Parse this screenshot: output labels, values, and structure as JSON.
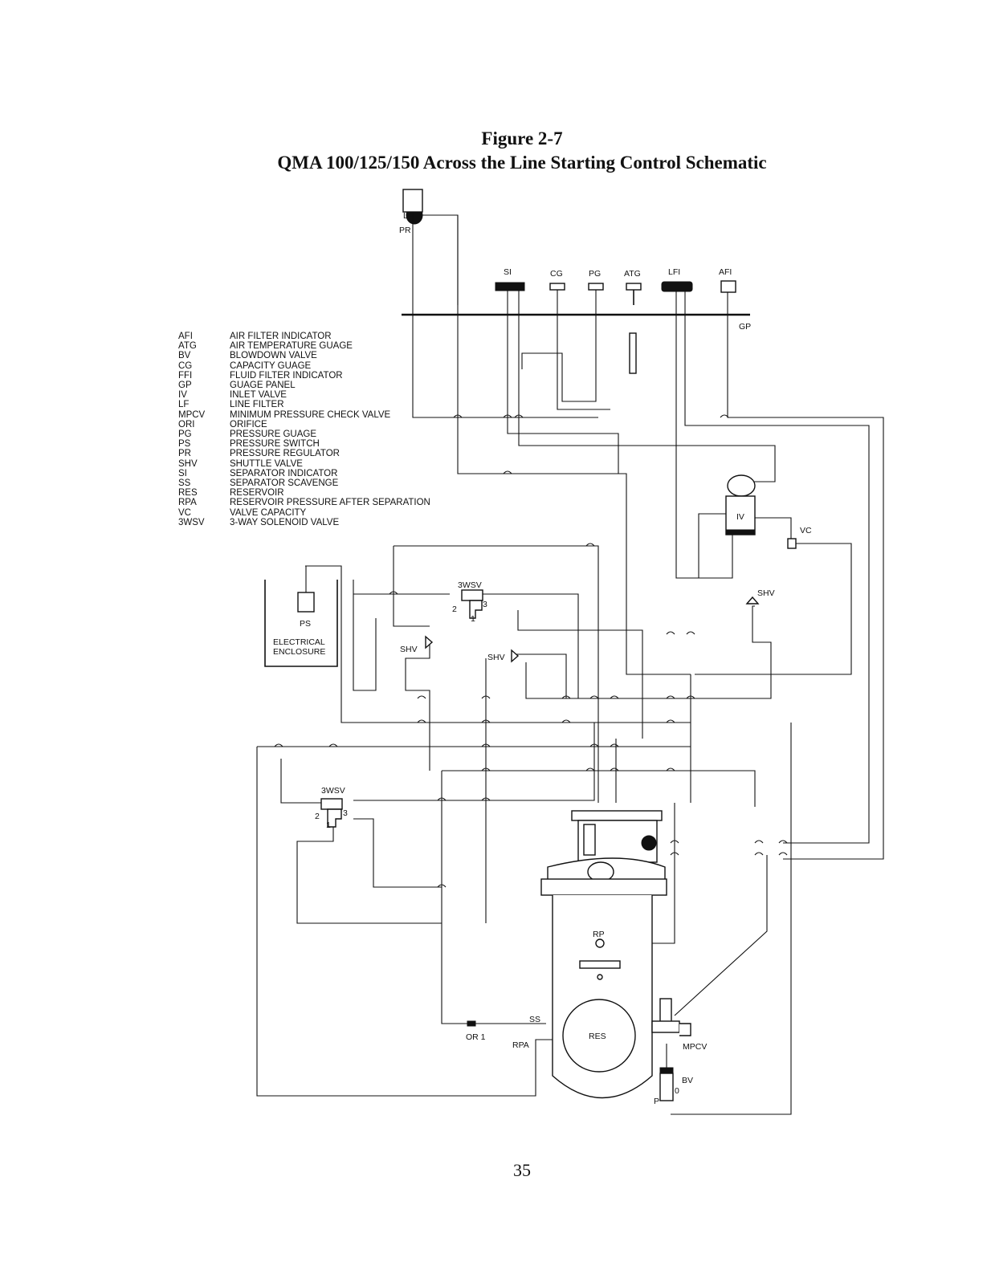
{
  "page": {
    "figure_label": "Figure 2-7",
    "figure_title": "QMA 100/125/150 Across the Line Starting Control Schematic",
    "page_number": "35"
  },
  "legend": [
    {
      "abbr": "AFI",
      "text": "AIR FILTER INDICATOR"
    },
    {
      "abbr": "ATG",
      "text": "AIR TEMPERATURE GUAGE"
    },
    {
      "abbr": "BV",
      "text": "BLOWDOWN VALVE"
    },
    {
      "abbr": "CG",
      "text": "CAPACITY GUAGE"
    },
    {
      "abbr": "FFI",
      "text": "FLUID FILTER INDICATOR"
    },
    {
      "abbr": "GP",
      "text": "GUAGE PANEL"
    },
    {
      "abbr": "IV",
      "text": "INLET VALVE"
    },
    {
      "abbr": "LF",
      "text": "LINE FILTER"
    },
    {
      "abbr": "MPCV",
      "text": "MINIMUM PRESSURE CHECK VALVE"
    },
    {
      "abbr": "ORI",
      "text": "ORIFICE"
    },
    {
      "abbr": "PG",
      "text": "PRESSURE GUAGE"
    },
    {
      "abbr": "PS",
      "text": "PRESSURE SWITCH"
    },
    {
      "abbr": "PR",
      "text": "PRESSURE REGULATOR"
    },
    {
      "abbr": "SHV",
      "text": "SHUTTLE VALVE"
    },
    {
      "abbr": "SI",
      "text": "SEPARATOR INDICATOR"
    },
    {
      "abbr": "SS",
      "text": "SEPARATOR SCAVENGE"
    },
    {
      "abbr": "RES",
      "text": "RESERVOIR"
    },
    {
      "abbr": "RPA",
      "text": "RESERVOIR PRESSURE AFTER SEPARATION"
    },
    {
      "abbr": "VC",
      "text": "VALVE CAPACITY"
    },
    {
      "abbr": "3WSV",
      "text": "3-WAY SOLENOID VALVE"
    }
  ],
  "labels": {
    "si": "SI",
    "cg": "CG",
    "pg": "PG",
    "atg": "ATG",
    "lfi": "LFI",
    "afi": "AFI",
    "pr": "PR",
    "gp": "GP",
    "lf": "LF",
    "iv": "IV",
    "vc": "VC",
    "shv_right": "SHV",
    "shv_left": "SHV",
    "shv_mid": "SHV",
    "wsv_top": "3WSV",
    "wsv_bottom": "3WSV",
    "port_2": "2",
    "port_3": "3",
    "port_1": "1",
    "ps": "PS",
    "electrical": "ELECTRICAL",
    "enclosure": "ENCLOSURE",
    "rp": "RP",
    "res": "RES",
    "ss": "SS",
    "ori": "OR 1",
    "rpa": "RPA",
    "mpcv": "MPCV",
    "bv": "BV",
    "bv_p": "P",
    "bv_o": "0"
  }
}
